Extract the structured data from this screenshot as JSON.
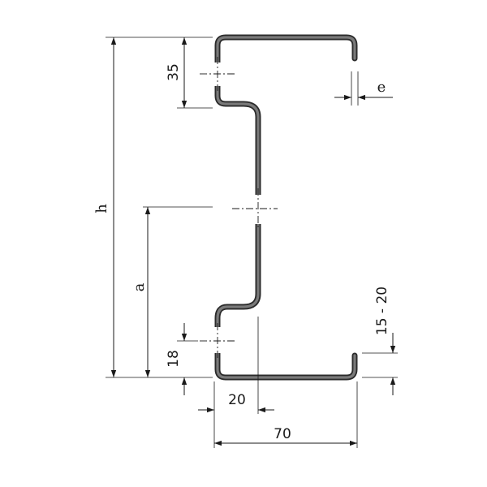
{
  "dimensions": {
    "h": "h",
    "a": "a",
    "e": "e",
    "top_offset": "35",
    "bottom_offset": "18",
    "lip_height": "15 - 20",
    "flange_offset": "20",
    "flange_width": "70"
  },
  "colors": {
    "profile": "#2b2b2b",
    "profile_highlight": "#7a7a7a",
    "lines": "#1a1a1a",
    "background": "#ffffff"
  }
}
